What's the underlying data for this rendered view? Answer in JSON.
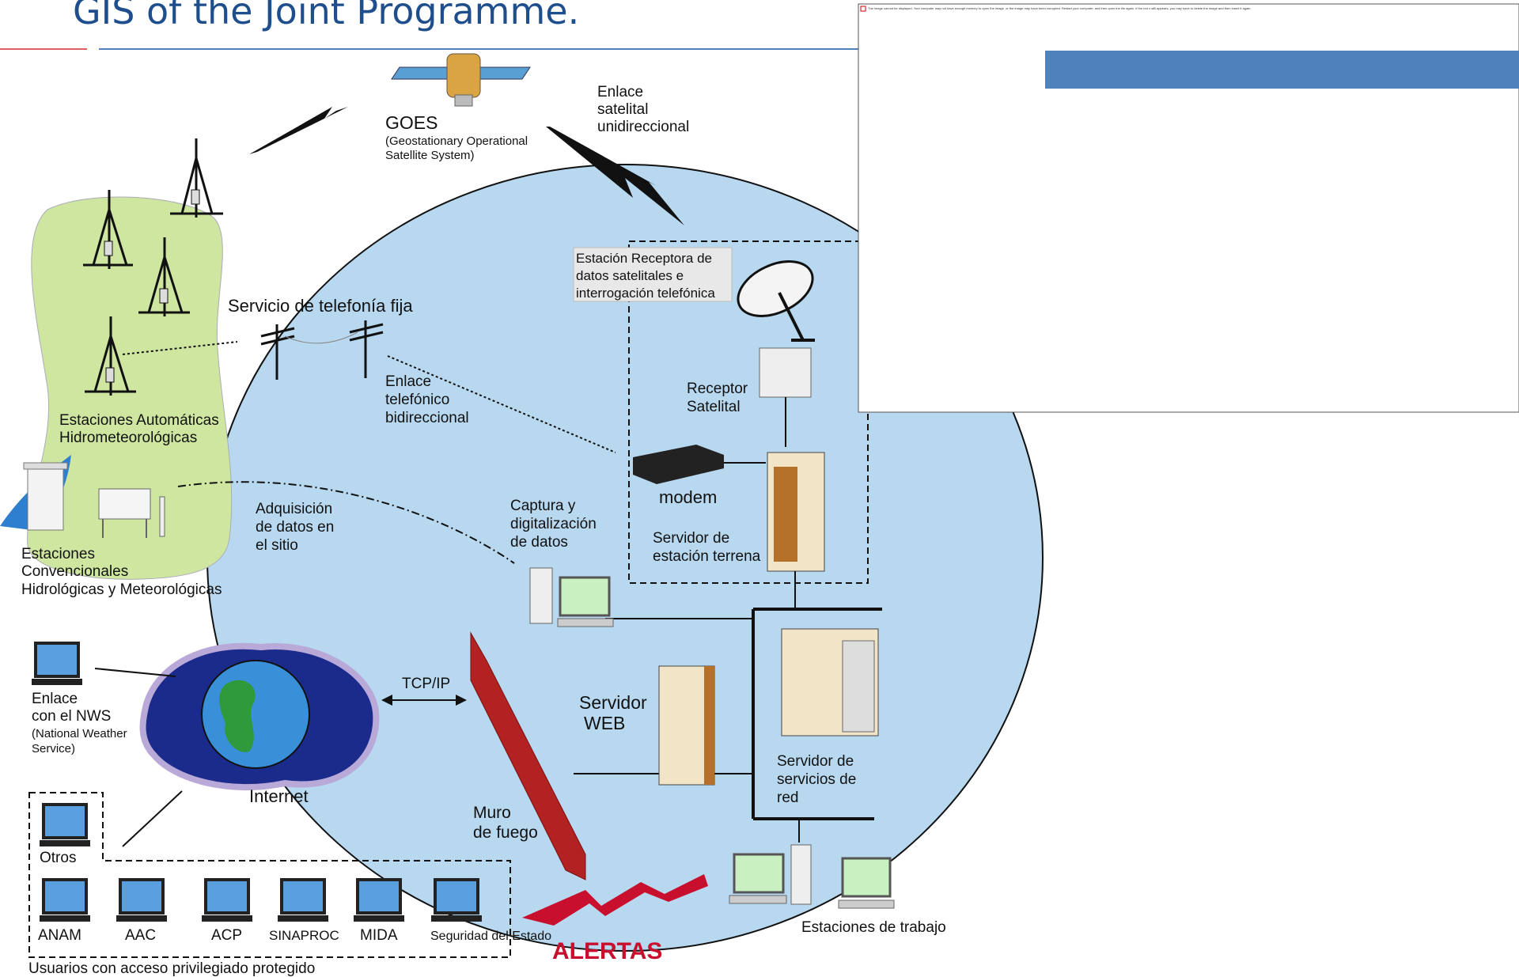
{
  "page": {
    "title": "GIS of the Joint Programme."
  },
  "satellite": {
    "name": "GOES",
    "subtitle_line1": "(Geostationary Operational",
    "subtitle_line2": "Satellite System)"
  },
  "links": {
    "satellite_link": [
      "Enlace",
      "satelital",
      "unidireccional"
    ],
    "phone_service": "Servicio de telefonía fija",
    "phone_link": [
      "Enlace",
      "telefónico",
      "bidireccional"
    ],
    "onsite": [
      "Adquisición",
      "de datos en",
      "el sitio"
    ],
    "tcpip": "TCP/IP"
  },
  "stations": {
    "automatic": [
      "Estaciones Automáticas",
      "Hidrometeorológicas"
    ],
    "conventional": [
      "Estaciones",
      "Convencionales",
      "Hidrológicas y Meteorológicas"
    ]
  },
  "receiver_box": {
    "title": [
      "Estación Receptora de",
      "datos satelitales e",
      "interrogación telefónica"
    ],
    "receptor": [
      "Receptor",
      "Satelital"
    ],
    "modem": "modem",
    "ground_server": [
      "Servidor de",
      "estación terrena"
    ]
  },
  "center": {
    "capture": [
      "Captura y",
      "digitalización",
      "de datos"
    ],
    "web_server": [
      "Servidor",
      "WEB"
    ],
    "net_server": [
      "Servidor de",
      "servicios de",
      "red"
    ],
    "firewall": [
      "Muro",
      "de fuego"
    ],
    "workstations": "Estaciones de trabajo",
    "alerts": "ALERTAS"
  },
  "internet": {
    "label": "Internet",
    "nws": [
      "Enlace",
      "con el NWS"
    ],
    "nws_note": [
      "(National Weather",
      "Service)"
    ]
  },
  "users": {
    "group_label": "Usuarios con acceso privilegiado protegido",
    "others": "Otros",
    "list": [
      "ANAM",
      "AAC",
      "ACP",
      "SINAPROC",
      "MIDA",
      "Seguridad del Estado"
    ]
  },
  "error_notice": "The image cannot be displayed. Your computer may not have enough memory to open the image, or the image may have been corrupted. Restart your computer, and then open the file again. If the red x still appears, you may have to delete the image and then insert it again.",
  "colors": {
    "title": "#1f4e8c",
    "ellipse": "#b8d8f0",
    "blob": "#cfe6a0",
    "banner": "#4f81bd",
    "firewall": "#b22222",
    "alerts": "#c8102e"
  }
}
